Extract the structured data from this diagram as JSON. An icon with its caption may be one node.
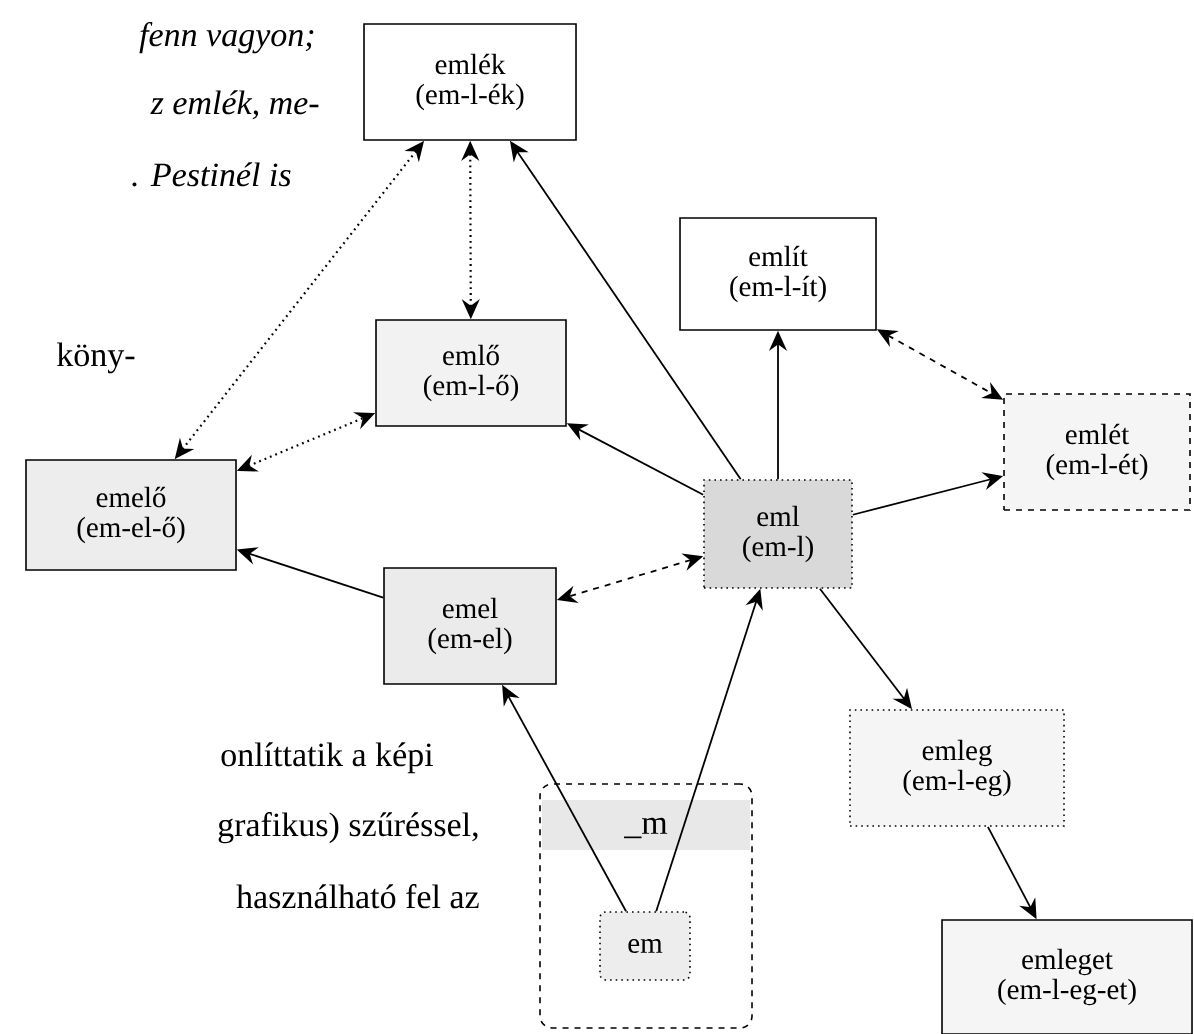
{
  "diagram": {
    "nodes": [
      {
        "text": [
          "emlék",
          "(em-l-ék)"
        ]
      },
      {
        "text": [
          "emlő",
          "(em-l-ő)"
        ]
      },
      {
        "text": [
          "emelő",
          "(em-el-ő)"
        ]
      },
      {
        "text": [
          "említ",
          "(em-l-ít)"
        ]
      },
      {
        "text": [
          "emlét",
          "(em-l-ét)"
        ]
      },
      {
        "text": [
          "eml",
          "(em-l)"
        ]
      },
      {
        "text": [
          "emel",
          "(em-el)"
        ]
      },
      {
        "text": [
          "_m"
        ]
      },
      {
        "text": [
          "em"
        ],
        "in": 7
      },
      {
        "text": [
          "emleg",
          "(em-l-eg)"
        ]
      },
      {
        "text": [
          "emleget",
          "(em-l-eg-et)"
        ]
      }
    ],
    "edges": [
      {
        "from": 5,
        "to": 0,
        "arrow": "to"
      },
      {
        "from": 1,
        "to": 0,
        "arrow": "both",
        "style": "dashed"
      },
      {
        "from": 2,
        "to": 0,
        "arrow": "both",
        "style": "dashed"
      },
      {
        "from": 2,
        "to": 1,
        "arrow": "both",
        "style": "dashed"
      },
      {
        "from": 5,
        "to": 1,
        "arrow": "to"
      },
      {
        "from": 6,
        "to": 2,
        "arrow": "to"
      },
      {
        "from": 5,
        "to": 6,
        "arrow": "both",
        "style": "dashed"
      },
      {
        "from": 5,
        "to": 3,
        "arrow": "to"
      },
      {
        "from": 3,
        "to": 4,
        "arrow": "both",
        "style": "dashed"
      },
      {
        "from": 5,
        "to": 4,
        "arrow": "to"
      },
      {
        "from": 5,
        "to": 9,
        "arrow": "to"
      },
      {
        "from": 9,
        "to": 10,
        "arrow": "to"
      },
      {
        "from": 8,
        "to": 6,
        "arrow": "to"
      },
      {
        "from": 8,
        "to": 5,
        "arrow": "to"
      }
    ],
    "labels": [
      "fenn vagyon;",
      "z emlék, me-",
      ". Pestinél is",
      "köny-",
      "onlíttatik a képi",
      "grafikus) szűréssel,",
      "használható fel az"
    ]
  }
}
